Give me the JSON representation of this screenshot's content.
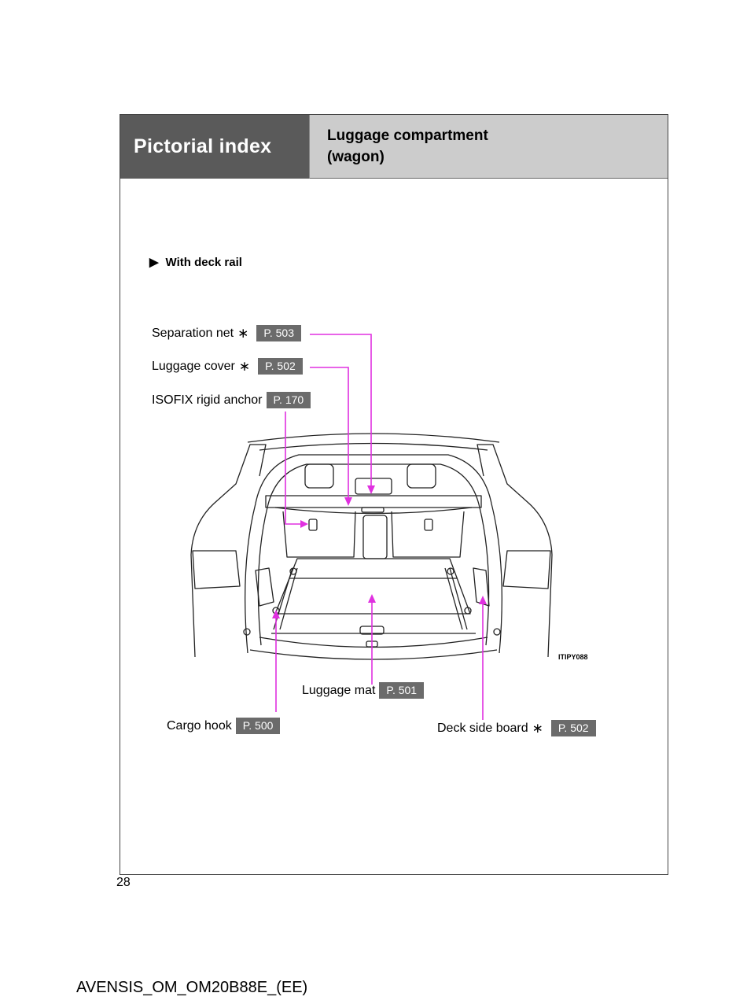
{
  "header": {
    "section": "Pictorial index",
    "title_line1": "Luggage compartment",
    "title_line2": "(wagon)"
  },
  "subheading": {
    "marker": "▶",
    "text": "With deck rail"
  },
  "callouts": {
    "separation_net": {
      "label": "Separation net",
      "star": "∗",
      "page": "P. 503"
    },
    "luggage_cover": {
      "label": "Luggage cover",
      "star": "∗",
      "page": "P. 502"
    },
    "isofix": {
      "label": "ISOFIX rigid anchor",
      "page": "P. 170"
    },
    "luggage_mat": {
      "label": "Luggage mat",
      "page": "P. 501"
    },
    "cargo_hook": {
      "label": "Cargo hook",
      "page": "P. 500"
    },
    "deck_side_board": {
      "label": "Deck side board",
      "star": "∗",
      "page": "P. 502"
    }
  },
  "illustration_code": "ITIPY088",
  "page_number": "28",
  "footer": "AVENSIS_OM_OM20B88E_(EE)",
  "colors": {
    "leader": "#e030e0",
    "header_dark": "#5a5a5a",
    "header_light": "#cccccc",
    "page_ref": "#6b6b6b"
  }
}
